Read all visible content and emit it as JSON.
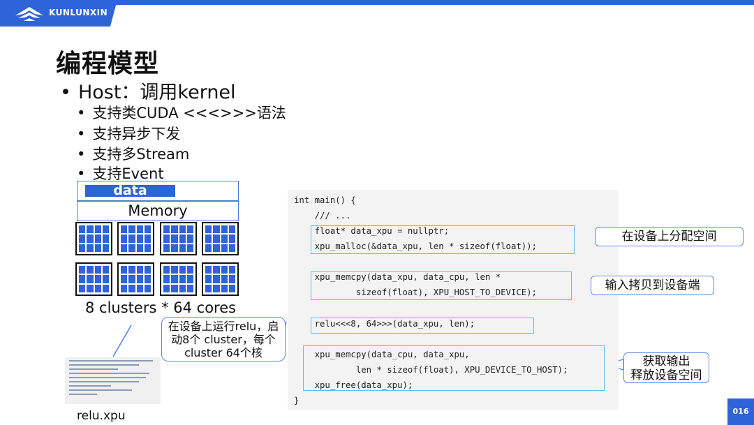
{
  "brand": {
    "name": "KUNLUNXIN",
    "color": "#2f64d8",
    "icon": "kunlunxin-logo-icon"
  },
  "title": "编程模型",
  "main_bullet": "Host：调用kernel",
  "sub_bullets": [
    "支持类CUDA <<<>>>语法",
    "支持异步下发",
    "支持多Stream",
    "支持Event"
  ],
  "diagram": {
    "data_label": "data",
    "memory_label": "Memory",
    "cluster_caption": "8 clusters * 64 cores",
    "callout": "在设备上运行relu，启动8个 cluster，每个 cluster 64个核",
    "file_label": "relu.xpu"
  },
  "code": {
    "lines": [
      "int main() {",
      "    /// ...",
      "    float* data_xpu = nullptr;",
      "    xpu_malloc(&data_xpu, len * sizeof(float));",
      "    xpu_memcpy(data_xpu, data_cpu, len *",
      "            sizeof(float), XPU_HOST_TO_DEVICE);",
      "    relu<<<8, 64>>>(data_xpu, len);",
      "    xpu_memcpy(data_cpu, data_xpu,",
      "            len * sizeof(float), XPU_DEVICE_TO_HOST);",
      "    xpu_free(data_xpu);",
      "}"
    ]
  },
  "callouts": {
    "alloc": "在设备上分配空间",
    "copy_in": "输入拷贝到设备端",
    "copy_out_1": "获取输出",
    "copy_out_2": "释放设备空间"
  },
  "page_number": "016"
}
